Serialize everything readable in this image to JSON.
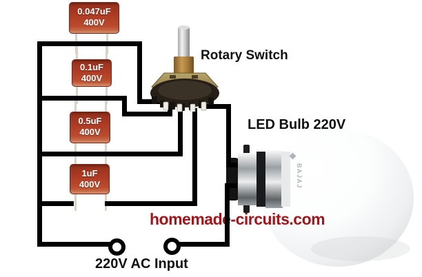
{
  "labels": {
    "rotary_switch": "Rotary Switch",
    "led_bulb": "LED Bulb 220V",
    "ac_input": "220V AC Input",
    "watermark": "homemade-circuits.com"
  },
  "capacitors": [
    {
      "value": "0.047uF",
      "voltage": "400V"
    },
    {
      "value": "0.1uF",
      "voltage": "400V"
    },
    {
      "value": "0.5uF",
      "voltage": "400V"
    },
    {
      "value": "1uF",
      "voltage": "400V"
    }
  ],
  "bulb": {
    "brand": "BAJAJ"
  },
  "terminals": {
    "left": "AC input terminal 1",
    "right": "AC input terminal 2"
  },
  "colors": {
    "wire": "#000000",
    "capacitor_body": "#ad3a23",
    "watermark_red": "#a1151b",
    "switch_brass": "#a5793a",
    "bulb_chrome": "#c9cdcf"
  }
}
